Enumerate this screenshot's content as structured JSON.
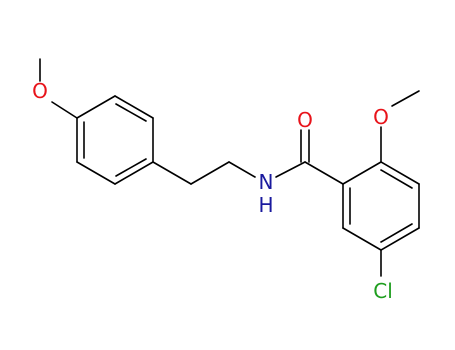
{
  "molecule": {
    "atoms": [
      {
        "id": "O1",
        "text": "O",
        "color": "#e8131a"
      },
      {
        "id": "O2",
        "text": "O",
        "color": "#e8131a"
      },
      {
        "id": "O3",
        "text": "O",
        "color": "#e8131a"
      },
      {
        "id": "N1",
        "text": "N",
        "color": "#1a1a9e"
      },
      {
        "id": "H1",
        "text": "H",
        "color": "#1a1a9e"
      },
      {
        "id": "Cl1",
        "text": "Cl",
        "color": "#1f9e1f"
      }
    ]
  }
}
